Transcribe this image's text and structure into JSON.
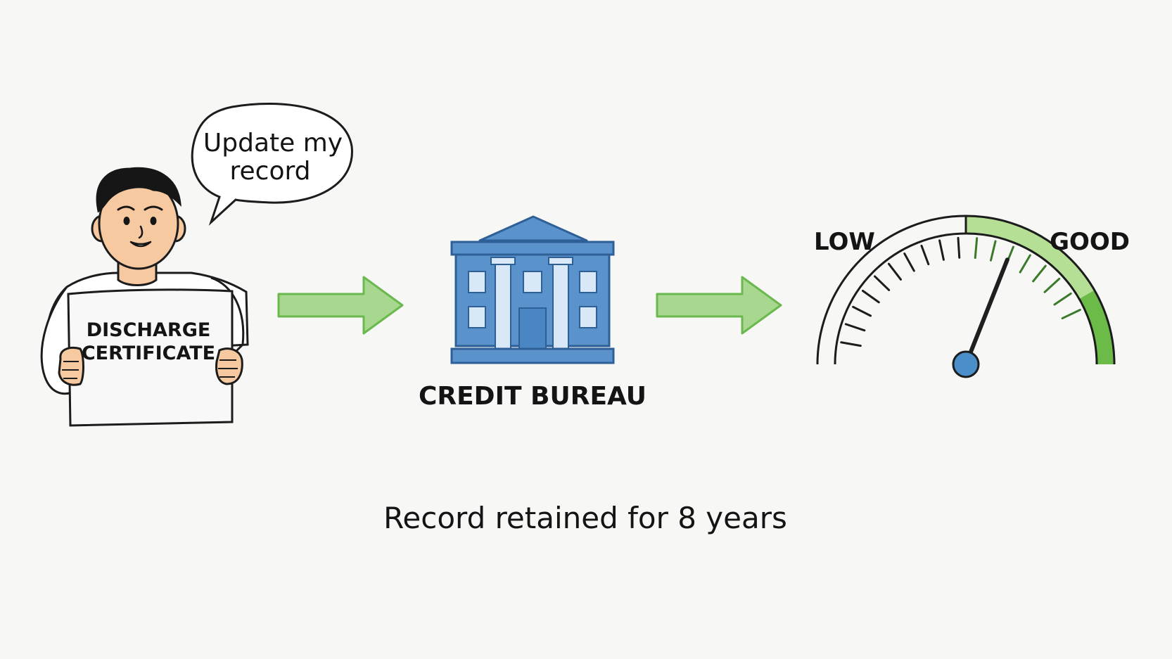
{
  "person": {
    "speech_bubble": {
      "line1": "Update my",
      "line2": "record"
    },
    "certificate": {
      "line1": "DISCHARGE",
      "line2": "CERTIFICATE"
    }
  },
  "bureau": {
    "label": "CREDIT BUREAU"
  },
  "gauge": {
    "low_label": "LOW",
    "high_label": "GOOD",
    "level": 0.62
  },
  "caption": "Record retained for 8 years",
  "colors": {
    "arrow_fill": "#a8d890",
    "arrow_stroke": "#6ab84e",
    "building_fill": "#5a92cc",
    "building_stroke": "#2e5f96",
    "building_light": "#d9e8f6",
    "gauge_green_light": "#b6df96",
    "gauge_green_dark": "#6cbb48",
    "needle": "#1f1f1f",
    "hub": "#4a8fc9",
    "skin": "#f7c9a0",
    "hair": "#161616",
    "outline": "#1c1c1c"
  },
  "icons": [
    "person-icon",
    "speech-bubble-icon",
    "arrow-right-icon",
    "bank-building-icon",
    "gauge-icon"
  ]
}
